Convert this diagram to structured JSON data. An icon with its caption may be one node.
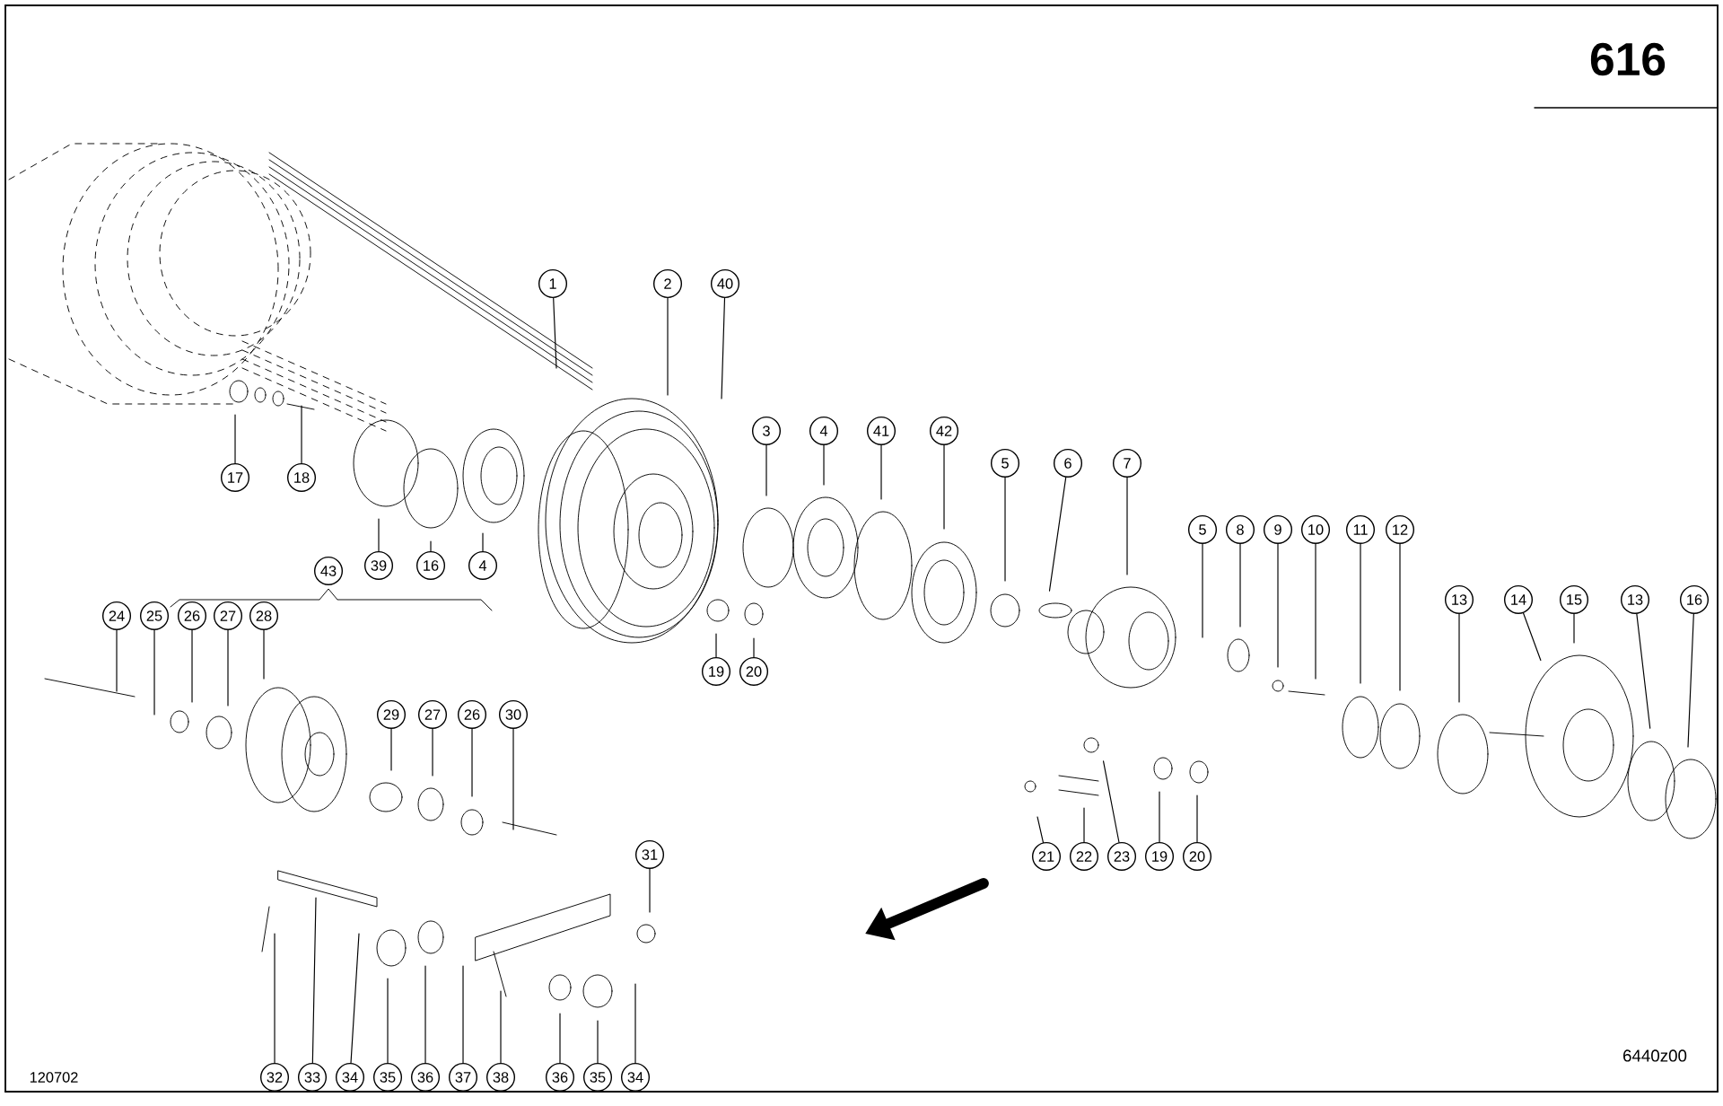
{
  "diagram": {
    "nodes": [
      {
        "text": [
          "1"
        ]
      },
      {
        "text": [
          "2"
        ]
      },
      {
        "text": [
          "40"
        ]
      },
      {
        "text": [
          "17"
        ]
      },
      {
        "text": [
          "18"
        ]
      },
      {
        "text": [
          "39"
        ]
      },
      {
        "text": [
          "16"
        ]
      },
      {
        "text": [
          "4"
        ]
      },
      {
        "text": [
          "3"
        ]
      },
      {
        "text": [
          "4"
        ]
      },
      {
        "text": [
          "41"
        ]
      },
      {
        "text": [
          "42"
        ]
      },
      {
        "text": [
          "5"
        ]
      },
      {
        "text": [
          "6"
        ]
      },
      {
        "text": [
          "7"
        ]
      },
      {
        "text": [
          "5"
        ]
      },
      {
        "text": [
          "8"
        ]
      },
      {
        "text": [
          "9"
        ]
      },
      {
        "text": [
          "10"
        ]
      },
      {
        "text": [
          "11"
        ]
      },
      {
        "text": [
          "12"
        ]
      },
      {
        "text": [
          "43"
        ]
      },
      {
        "text": [
          "13"
        ]
      },
      {
        "text": [
          "14"
        ]
      },
      {
        "text": [
          "15"
        ]
      },
      {
        "text": [
          "13"
        ]
      },
      {
        "text": [
          "16"
        ]
      },
      {
        "text": [
          "24"
        ]
      },
      {
        "text": [
          "25"
        ]
      },
      {
        "text": [
          "26"
        ]
      },
      {
        "text": [
          "27"
        ]
      },
      {
        "text": [
          "28"
        ]
      },
      {
        "text": [
          "19"
        ]
      },
      {
        "text": [
          "20"
        ]
      },
      {
        "text": [
          "29"
        ]
      },
      {
        "text": [
          "27"
        ]
      },
      {
        "text": [
          "26"
        ]
      },
      {
        "text": [
          "30"
        ]
      },
      {
        "text": [
          "31"
        ]
      },
      {
        "text": [
          "21"
        ]
      },
      {
        "text": [
          "22"
        ]
      },
      {
        "text": [
          "23"
        ]
      },
      {
        "text": [
          "19"
        ]
      },
      {
        "text": [
          "20"
        ]
      },
      {
        "text": [
          "32"
        ]
      },
      {
        "text": [
          "33"
        ]
      },
      {
        "text": [
          "34"
        ]
      },
      {
        "text": [
          "35"
        ]
      },
      {
        "text": [
          "36"
        ]
      },
      {
        "text": [
          "37"
        ]
      },
      {
        "text": [
          "38"
        ]
      },
      {
        "text": [
          "36"
        ]
      },
      {
        "text": [
          "35"
        ]
      },
      {
        "text": [
          "34"
        ]
      }
    ],
    "edges": [
      {
        "from": 0,
        "to": null,
        "arrow": "none"
      },
      {
        "from": 1,
        "to": null,
        "arrow": "none"
      },
      {
        "from": 2,
        "to": null,
        "arrow": "none"
      },
      {
        "from": 3,
        "to": null,
        "arrow": "none"
      },
      {
        "from": 4,
        "to": null,
        "arrow": "none"
      },
      {
        "from": 5,
        "to": null,
        "arrow": "none"
      },
      {
        "from": 6,
        "to": null,
        "arrow": "none"
      },
      {
        "from": 7,
        "to": null,
        "arrow": "none"
      },
      {
        "from": 8,
        "to": null,
        "arrow": "none"
      },
      {
        "from": 9,
        "to": null,
        "arrow": "none"
      },
      {
        "from": 10,
        "to": null,
        "arrow": "none"
      },
      {
        "from": 11,
        "to": null,
        "arrow": "none"
      },
      {
        "from": 12,
        "to": null,
        "arrow": "none"
      },
      {
        "from": 13,
        "to": null,
        "arrow": "none"
      },
      {
        "from": 14,
        "to": null,
        "arrow": "none"
      },
      {
        "from": 15,
        "to": null,
        "arrow": "none"
      },
      {
        "from": 16,
        "to": null,
        "arrow": "none"
      },
      {
        "from": 17,
        "to": null,
        "arrow": "none"
      },
      {
        "from": 18,
        "to": null,
        "arrow": "none"
      },
      {
        "from": 19,
        "to": null,
        "arrow": "none"
      },
      {
        "from": 20,
        "to": null,
        "arrow": "none"
      },
      {
        "from": 22,
        "to": null,
        "arrow": "none"
      },
      {
        "from": 23,
        "to": null,
        "arrow": "none"
      },
      {
        "from": 24,
        "to": null,
        "arrow": "none"
      },
      {
        "from": 25,
        "to": null,
        "arrow": "none"
      },
      {
        "from": 26,
        "to": null,
        "arrow": "none"
      },
      {
        "from": 27,
        "to": null,
        "arrow": "none"
      },
      {
        "from": 28,
        "to": null,
        "arrow": "none"
      },
      {
        "from": 29,
        "to": null,
        "arrow": "none"
      },
      {
        "from": 30,
        "to": null,
        "arrow": "none"
      },
      {
        "from": 31,
        "to": null,
        "arrow": "none"
      },
      {
        "from": 32,
        "to": null,
        "arrow": "none"
      },
      {
        "from": 33,
        "to": null,
        "arrow": "none"
      },
      {
        "from": 34,
        "to": null,
        "arrow": "none"
      },
      {
        "from": 35,
        "to": null,
        "arrow": "none"
      },
      {
        "from": 36,
        "to": null,
        "arrow": "none"
      },
      {
        "from": 37,
        "to": null,
        "arrow": "none"
      },
      {
        "from": 38,
        "to": null,
        "arrow": "none"
      },
      {
        "from": 39,
        "to": null,
        "arrow": "none"
      },
      {
        "from": 40,
        "to": null,
        "arrow": "none"
      },
      {
        "from": 41,
        "to": null,
        "arrow": "none"
      },
      {
        "from": 42,
        "to": null,
        "arrow": "none"
      },
      {
        "from": 43,
        "to": null,
        "arrow": "none"
      },
      {
        "from": 44,
        "to": null,
        "arrow": "none"
      },
      {
        "from": 45,
        "to": null,
        "arrow": "none"
      },
      {
        "from": 46,
        "to": null,
        "arrow": "none"
      },
      {
        "from": 47,
        "to": null,
        "arrow": "none"
      },
      {
        "from": 48,
        "to": null,
        "arrow": "none"
      },
      {
        "from": 49,
        "to": null,
        "arrow": "none"
      },
      {
        "from": 50,
        "to": null,
        "arrow": "none"
      },
      {
        "from": 51,
        "to": null,
        "arrow": "none"
      },
      {
        "from": 52,
        "to": null,
        "arrow": "none"
      },
      {
        "from": 53,
        "to": null,
        "arrow": "none"
      }
    ],
    "labels": [
      "616",
      "120702",
      "6440z00"
    ]
  }
}
